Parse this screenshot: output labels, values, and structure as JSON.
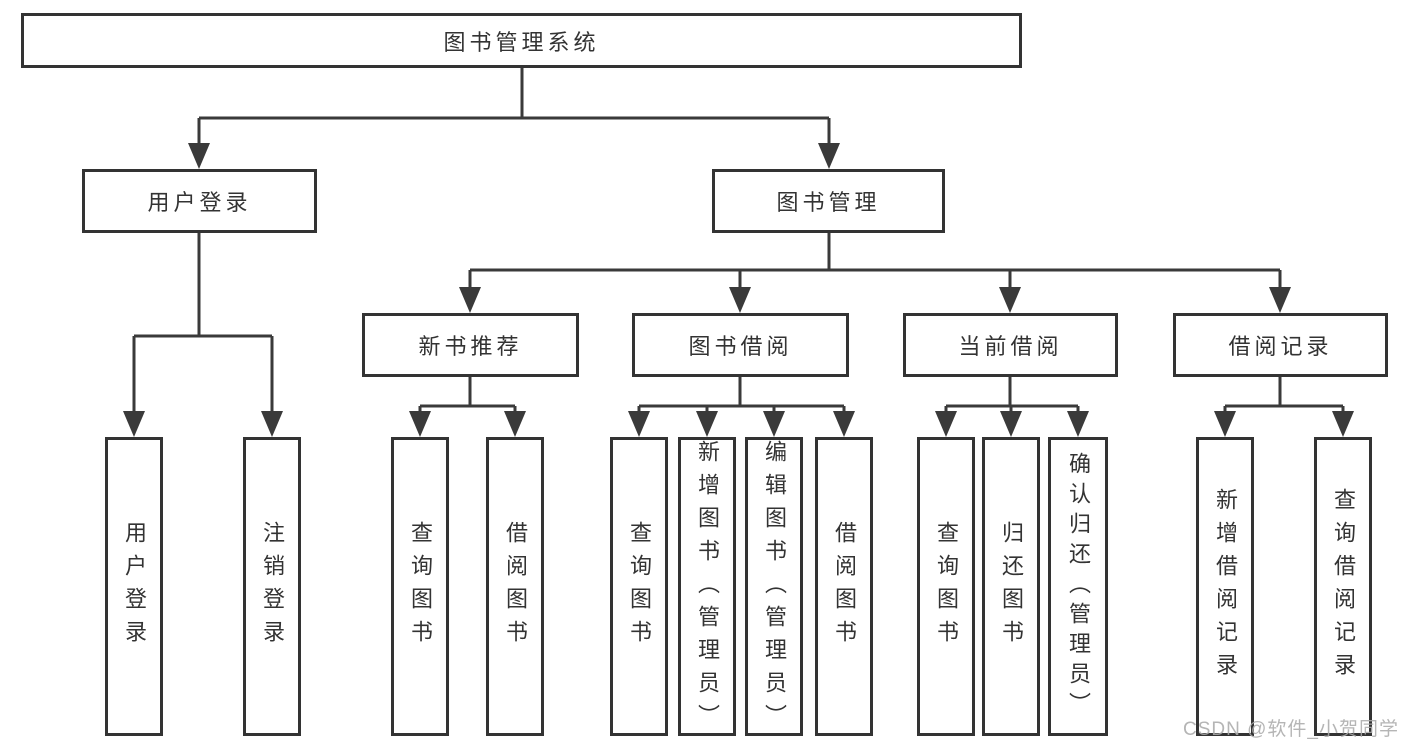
{
  "tree": {
    "root": {
      "label": "图书管理系统"
    },
    "user_login": {
      "label": "用户登录",
      "children": [
        {
          "label": "用户登录"
        },
        {
          "label": "注销登录"
        }
      ]
    },
    "book_management": {
      "label": "图书管理",
      "sections": [
        {
          "label": "新书推荐",
          "children": [
            {
              "label": "查询图书"
            },
            {
              "label": "借阅图书"
            }
          ]
        },
        {
          "label": "图书借阅",
          "children": [
            {
              "label": "查询图书"
            },
            {
              "label": "新增图书（管理员）"
            },
            {
              "label": "编辑图书（管理员）"
            },
            {
              "label": "借阅图书"
            }
          ]
        },
        {
          "label": "当前借阅",
          "children": [
            {
              "label": "查询图书"
            },
            {
              "label": "归还图书"
            },
            {
              "label": "确认归还（管理员）"
            }
          ]
        },
        {
          "label": "借阅记录",
          "children": [
            {
              "label": "新增借阅记录"
            },
            {
              "label": "查询借阅记录"
            }
          ]
        }
      ]
    }
  },
  "watermark": {
    "text": "CSDN @软件_小贺同学"
  },
  "colors": {
    "line": "#3a3a3a",
    "box_border": "#333333",
    "text": "#333333",
    "background": "#ffffff",
    "watermark": "#ababab"
  }
}
